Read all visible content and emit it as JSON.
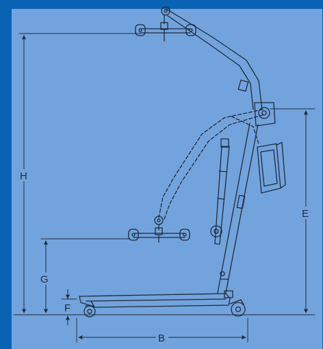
{
  "colors": {
    "background_border": "#0a62b4",
    "panel": "#73a3dc",
    "line": "#1c2a3e"
  },
  "dimensions": {
    "h": "H",
    "g": "G",
    "f": "F",
    "e": "E",
    "b": "B"
  }
}
